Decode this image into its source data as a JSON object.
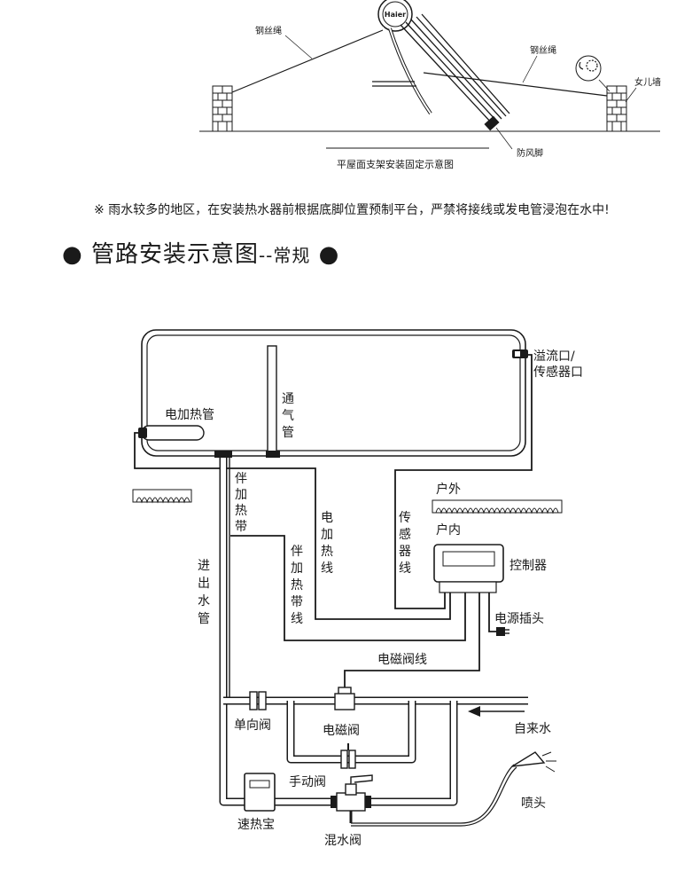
{
  "top_figure": {
    "caption": "平屋面支架安装固定示意图",
    "brand": "Haier",
    "labels": {
      "steel_rope_left": "钢丝绳",
      "steel_rope_right": "钢丝绳",
      "parapet": "女儿墙",
      "wind_foot": "防风脚"
    }
  },
  "note": "※  雨水较多的地区，在安装热水器前根据底脚位置预制平台，严禁将接线或发电管浸泡在水中!",
  "section": {
    "title": "管路安装示意图",
    "subtitle": "--常规"
  },
  "diagram": {
    "labels": {
      "overflow_port_line1": "溢流口/",
      "overflow_port_line2": "传感器口",
      "electric_heater": "电加热管",
      "vent_pipe_1": "通",
      "vent_pipe_2": "气",
      "vent_pipe_3": "管",
      "outdoor": "户外",
      "indoor": "户内",
      "heat_tape_1": "伴",
      "heat_tape_2": "加",
      "heat_tape_3": "热",
      "heat_tape_4": "带",
      "heater_wire_1": "电",
      "heater_wire_2": "加",
      "heater_wire_3": "热",
      "heater_wire_4": "线",
      "sensor_wire_1": "传",
      "sensor_wire_2": "感",
      "sensor_wire_3": "器",
      "sensor_wire_4": "线",
      "controller": "控制器",
      "inout_pipe_1": "进",
      "inout_pipe_2": "出",
      "inout_pipe_3": "水",
      "inout_pipe_4": "管",
      "tape_wire_1": "伴",
      "tape_wire_2": "加",
      "tape_wire_3": "热",
      "tape_wire_4": "带",
      "tape_wire_5": "线",
      "power_plug": "电源插头",
      "solenoid_wire": "电磁阀线",
      "check_valve": "单向阀",
      "solenoid_valve": "电磁阀",
      "tap_water": "自来水",
      "manual_valve": "手动阀",
      "shower_head": "喷头",
      "instant_heater": "速热宝",
      "mixing_valve": "混水阀"
    }
  }
}
